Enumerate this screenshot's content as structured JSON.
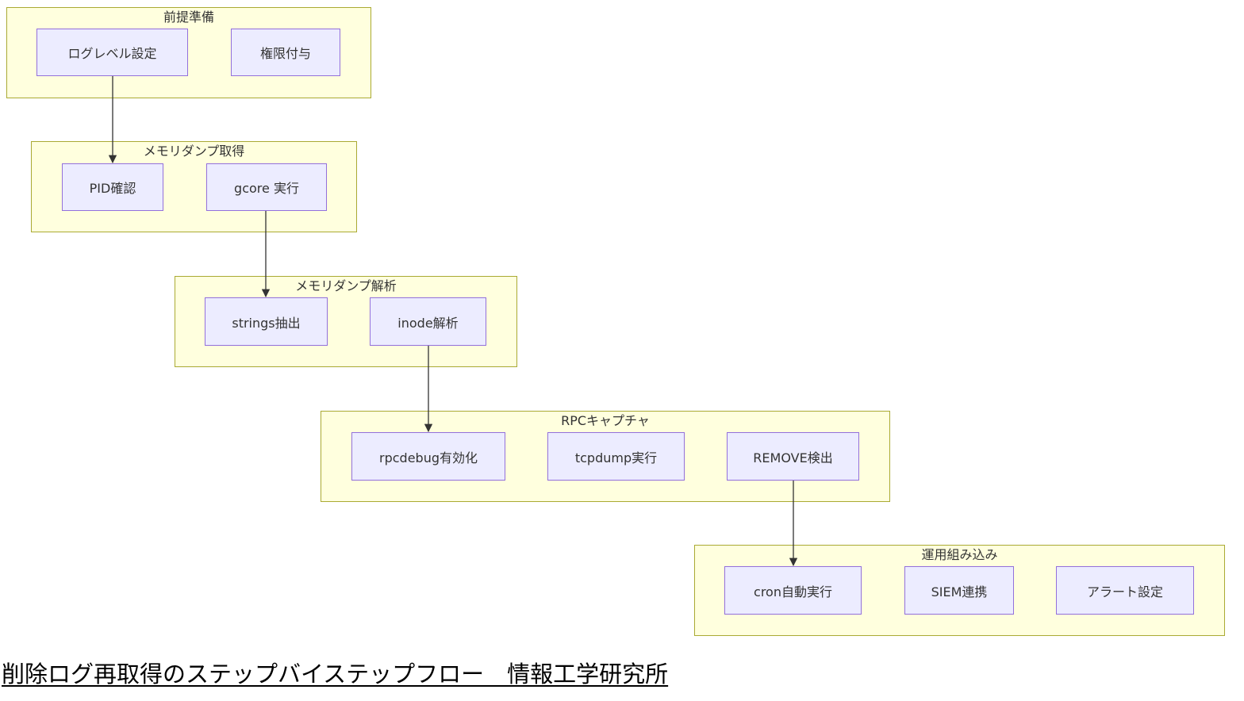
{
  "diagram": {
    "groups": [
      {
        "id": "g1",
        "title": "前提準備"
      },
      {
        "id": "g2",
        "title": "メモリダンプ取得"
      },
      {
        "id": "g3",
        "title": "メモリダンプ解析"
      },
      {
        "id": "g4",
        "title": "RPCキャプチャ"
      },
      {
        "id": "g5",
        "title": "運用組み込み"
      }
    ],
    "nodes": [
      {
        "id": "n1",
        "label": "ログレベル設定"
      },
      {
        "id": "n2",
        "label": "権限付与"
      },
      {
        "id": "n3",
        "label": "PID確認"
      },
      {
        "id": "n4",
        "label": "gcore 実行"
      },
      {
        "id": "n5",
        "label": "strings抽出"
      },
      {
        "id": "n6",
        "label": "inode解析"
      },
      {
        "id": "n7",
        "label": "rpcdebug有効化"
      },
      {
        "id": "n8",
        "label": "tcpdump実行"
      },
      {
        "id": "n9",
        "label": "REMOVE検出"
      },
      {
        "id": "n10",
        "label": "cron自動実行"
      },
      {
        "id": "n11",
        "label": "SIEM連携"
      },
      {
        "id": "n12",
        "label": "アラート設定"
      }
    ],
    "edges": [
      {
        "from": "ログレベル設定",
        "to": "PID確認"
      },
      {
        "from": "gcore 実行",
        "to": "strings抽出"
      },
      {
        "from": "inode解析",
        "to": "rpcdebug有効化"
      },
      {
        "from": "REMOVE検出",
        "to": "cron自動実行"
      }
    ],
    "colors": {
      "group_fill": "#ffffde",
      "group_border": "#aaaa33",
      "node_fill": "#ececff",
      "node_border": "#9370db",
      "edge": "#333333"
    }
  },
  "caption": "削除ログ再取得のステップバイステップフロー　情報工学研究所"
}
